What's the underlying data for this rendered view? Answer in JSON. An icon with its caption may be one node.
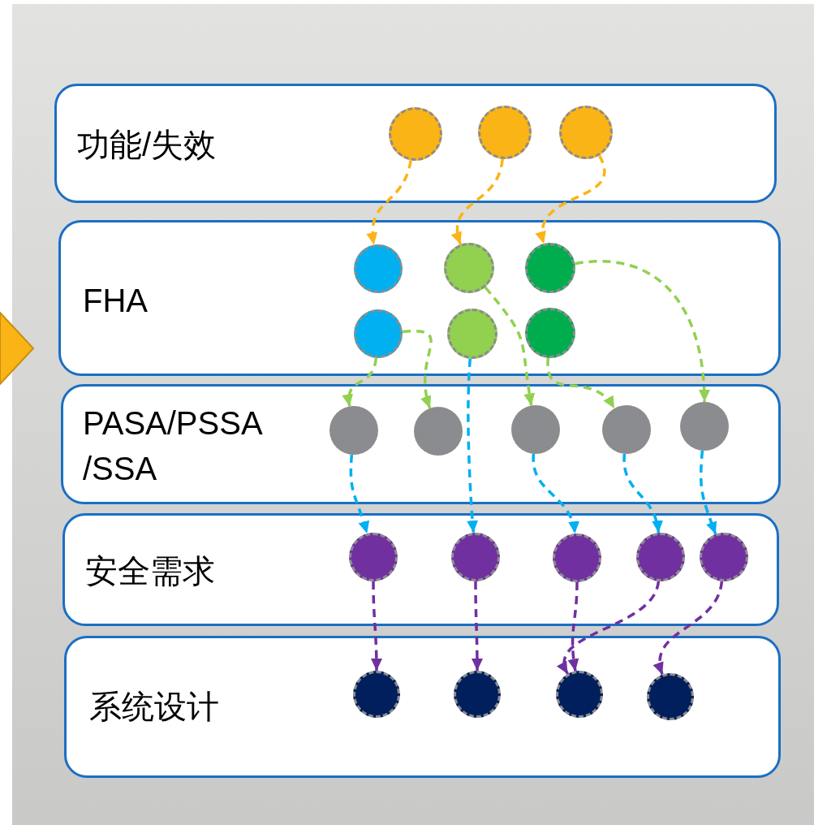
{
  "diagram": {
    "nodes": [
      {
        "text": [
          "功能/失效"
        ]
      },
      {
        "text": [
          "FHA"
        ]
      },
      {
        "text": [
          "PASA/PSSA /SSA"
        ]
      },
      {
        "text": [
          "安全需求"
        ]
      },
      {
        "text": [
          "系统设计"
        ]
      },
      {
        "text": [],
        "shape": "circle",
        "in": 0
      },
      {
        "text": [],
        "shape": "circle",
        "in": 0
      },
      {
        "text": [],
        "shape": "circle",
        "in": 0
      },
      {
        "text": [],
        "shape": "circle",
        "in": 1
      },
      {
        "text": [],
        "shape": "circle",
        "in": 1
      },
      {
        "text": [],
        "shape": "circle",
        "in": 1
      },
      {
        "text": [],
        "shape": "circle",
        "in": 1
      },
      {
        "text": [],
        "shape": "circle",
        "in": 1
      },
      {
        "text": [],
        "shape": "circle",
        "in": 1
      },
      {
        "text": [],
        "shape": "circle",
        "in": 2
      },
      {
        "text": [],
        "shape": "circle",
        "in": 2
      },
      {
        "text": [],
        "shape": "circle",
        "in": 2
      },
      {
        "text": [],
        "shape": "circle",
        "in": 2
      },
      {
        "text": [],
        "shape": "circle",
        "in": 2
      },
      {
        "text": [],
        "shape": "circle",
        "in": 3
      },
      {
        "text": [],
        "shape": "circle",
        "in": 3
      },
      {
        "text": [],
        "shape": "circle",
        "in": 3
      },
      {
        "text": [],
        "shape": "circle",
        "in": 3
      },
      {
        "text": [],
        "shape": "circle",
        "in": 3
      },
      {
        "text": [],
        "shape": "circle",
        "in": 4
      },
      {
        "text": [],
        "shape": "circle",
        "in": 4
      },
      {
        "text": [],
        "shape": "circle",
        "in": 4
      },
      {
        "text": [],
        "shape": "circle",
        "in": 4
      }
    ],
    "edges": [
      {
        "from": 5,
        "to": 8,
        "arrow": "to",
        "style": "dashed",
        "color": "#fbb416"
      },
      {
        "from": 6,
        "to": 9,
        "arrow": "to",
        "style": "dashed",
        "color": "#fbb416"
      },
      {
        "from": 7,
        "to": 10,
        "arrow": "to",
        "style": "dashed",
        "color": "#fbb416"
      },
      {
        "from": 11,
        "to": 14,
        "arrow": "to",
        "style": "dashed",
        "color": "#92d050"
      },
      {
        "from": 11,
        "to": 15,
        "arrow": "to",
        "style": "dashed",
        "color": "#92d050"
      },
      {
        "from": 9,
        "to": 16,
        "arrow": "to",
        "style": "dashed",
        "color": "#92d050"
      },
      {
        "from": 13,
        "to": 17,
        "arrow": "to",
        "style": "dashed",
        "color": "#92d050"
      },
      {
        "from": 10,
        "to": 18,
        "arrow": "to",
        "style": "dashed",
        "color": "#92d050"
      },
      {
        "from": 14,
        "to": 19,
        "arrow": "to",
        "style": "dashed",
        "color": "#00b0f0"
      },
      {
        "from": 12,
        "to": 20,
        "arrow": "to",
        "style": "dashed",
        "color": "#00b0f0"
      },
      {
        "from": 16,
        "to": 21,
        "arrow": "to",
        "style": "dashed",
        "color": "#00b0f0"
      },
      {
        "from": 17,
        "to": 22,
        "arrow": "to",
        "style": "dashed",
        "color": "#00b0f0"
      },
      {
        "from": 18,
        "to": 23,
        "arrow": "to",
        "style": "dashed",
        "color": "#00b0f0"
      },
      {
        "from": 19,
        "to": 24,
        "arrow": "to",
        "style": "dashed",
        "color": "#7030a0"
      },
      {
        "from": 20,
        "to": 25,
        "arrow": "to",
        "style": "dashed",
        "color": "#7030a0"
      },
      {
        "from": 21,
        "to": 26,
        "arrow": "to",
        "style": "dashed",
        "color": "#7030a0"
      },
      {
        "from": 22,
        "to": 26,
        "arrow": "to",
        "style": "dashed",
        "color": "#7030a0"
      },
      {
        "from": 23,
        "to": 27,
        "arrow": "to",
        "style": "dashed",
        "color": "#7030a0"
      }
    ]
  }
}
